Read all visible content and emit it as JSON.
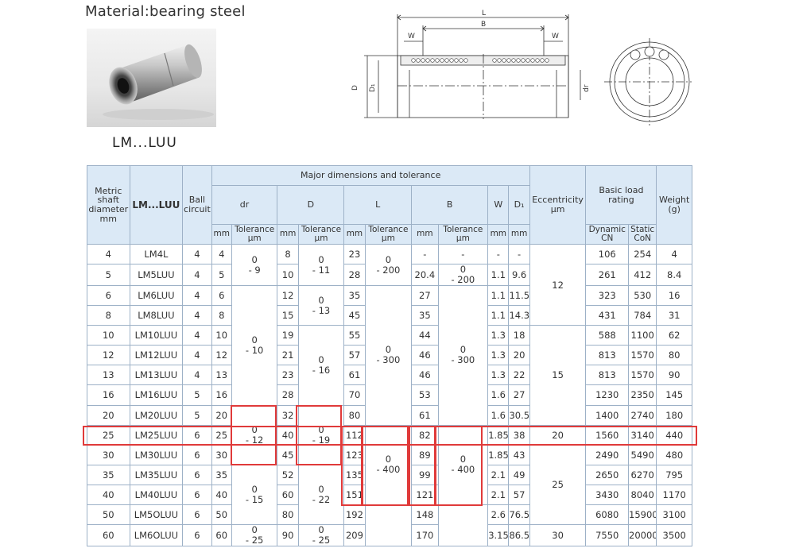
{
  "material_label": "Material:bearing steel",
  "model_caption": "LM...LUU",
  "drawing": {
    "L": "L",
    "B": "B",
    "W": "W",
    "D": "D",
    "D1": "D₁",
    "dr": "dr"
  },
  "table": {
    "header_group": "Major dimensions and tolerance",
    "col_shaft": "Metric shaft diameter mm",
    "col_model": "LM...LUU",
    "col_ball": "Ball circuit",
    "col_dr": "dr",
    "col_D": "D",
    "col_L": "L",
    "col_B": "B",
    "col_W": "W",
    "col_D1": "D₁",
    "col_ecc": "Eccentricity μm",
    "col_load": "Basic load rating",
    "col_weight": "Weight (g)",
    "unit_mm": "mm",
    "unit_tol": "Tolerance μm",
    "unit_dyn": "Dynamic CN",
    "unit_static": "Static CoN",
    "rows": [
      {
        "shaft": "4",
        "model": "LM4L",
        "ball": "4",
        "dr": "4",
        "D": "8",
        "L": "23",
        "B": "-",
        "btol": "-",
        "W": "-",
        "D1": "-",
        "dyn": "106",
        "stat": "254",
        "weight": "4"
      },
      {
        "shaft": "5",
        "model": "LM5LUU",
        "ball": "4",
        "dr": "5",
        "D": "10",
        "L": "28",
        "B": "20.4",
        "W": "1.1",
        "D1": "9.6",
        "dyn": "261",
        "stat": "412",
        "weight": "8.4"
      },
      {
        "shaft": "6",
        "model": "LM6LUU",
        "ball": "4",
        "dr": "6",
        "D": "12",
        "L": "35",
        "B": "27",
        "W": "1.1",
        "D1": "11.5",
        "dyn": "323",
        "stat": "530",
        "weight": "16"
      },
      {
        "shaft": "8",
        "model": "LM8LUU",
        "ball": "4",
        "dr": "8",
        "D": "15",
        "L": "45",
        "B": "35",
        "W": "1.1",
        "D1": "14.3",
        "dyn": "431",
        "stat": "784",
        "weight": "31"
      },
      {
        "shaft": "10",
        "model": "LM10LUU",
        "ball": "4",
        "dr": "10",
        "D": "19",
        "L": "55",
        "B": "44",
        "W": "1.3",
        "D1": "18",
        "dyn": "588",
        "stat": "1100",
        "weight": "62"
      },
      {
        "shaft": "12",
        "model": "LM12LUU",
        "ball": "4",
        "dr": "12",
        "D": "21",
        "L": "57",
        "B": "46",
        "W": "1.3",
        "D1": "20",
        "dyn": "813",
        "stat": "1570",
        "weight": "80"
      },
      {
        "shaft": "13",
        "model": "LM13LUU",
        "ball": "4",
        "dr": "13",
        "D": "23",
        "L": "61",
        "B": "46",
        "W": "1.3",
        "D1": "22",
        "dyn": "813",
        "stat": "1570",
        "weight": "90"
      },
      {
        "shaft": "16",
        "model": "LM16LUU",
        "ball": "5",
        "dr": "16",
        "D": "28",
        "L": "70",
        "B": "53",
        "W": "1.6",
        "D1": "27",
        "dyn": "1230",
        "stat": "2350",
        "weight": "145"
      },
      {
        "shaft": "20",
        "model": "LM20LUU",
        "ball": "5",
        "dr": "20",
        "D": "32",
        "L": "80",
        "B": "61",
        "W": "1.6",
        "D1": "30.5",
        "dyn": "1400",
        "stat": "2740",
        "weight": "180"
      },
      {
        "shaft": "25",
        "model": "LM25LUU",
        "ball": "6",
        "dr": "25",
        "D": "40",
        "L": "112",
        "B": "82",
        "W": "1.85",
        "D1": "38",
        "dyn": "1560",
        "stat": "3140",
        "weight": "440"
      },
      {
        "shaft": "30",
        "model": "LM30LUU",
        "ball": "6",
        "dr": "30",
        "D": "45",
        "L": "123",
        "B": "89",
        "W": "1.85",
        "D1": "43",
        "dyn": "2490",
        "stat": "5490",
        "weight": "480"
      },
      {
        "shaft": "35",
        "model": "LM35LUU",
        "ball": "6",
        "dr": "35",
        "D": "52",
        "L": "135",
        "B": "99",
        "W": "2.1",
        "D1": "49",
        "dyn": "2650",
        "stat": "6270",
        "weight": "795"
      },
      {
        "shaft": "40",
        "model": "LM40LUU",
        "ball": "6",
        "dr": "40",
        "D": "60",
        "L": "151",
        "B": "121",
        "W": "2.1",
        "D1": "57",
        "dyn": "3430",
        "stat": "8040",
        "weight": "1170"
      },
      {
        "shaft": "50",
        "model": "LM5OLUU",
        "ball": "6",
        "dr": "50",
        "D": "80",
        "L": "192",
        "B": "148",
        "W": "2.6",
        "D1": "76.5",
        "dyn": "6080",
        "stat": "15900",
        "weight": "3100"
      },
      {
        "shaft": "60",
        "model": "LM6OLUU",
        "ball": "6",
        "dr": "60",
        "D": "90",
        "L": "209",
        "B": "170",
        "W": "3.15",
        "D1": "86.5",
        "dyn": "7550",
        "stat": "20000",
        "weight": "3500"
      }
    ],
    "tol": {
      "dr_a": {
        "top": "0",
        "bot": "- 9"
      },
      "D_a": {
        "top": "0",
        "bot": "- 11"
      },
      "L_a": {
        "top": "0",
        "bot": "- 200"
      },
      "B_a": {
        "top": "0",
        "bot": "- 200"
      },
      "D_b": {
        "top": "0",
        "bot": "- 13"
      },
      "dr_b": {
        "top": "0",
        "bot": "- 10"
      },
      "D_c": {
        "top": "0",
        "bot": "- 16"
      },
      "L_b": {
        "top": "0",
        "bot": "- 300"
      },
      "B_b": {
        "top": "0",
        "bot": "- 300"
      },
      "dr_c": {
        "top": "0",
        "bot": "- 12"
      },
      "D_d": {
        "top": "0",
        "bot": "- 19"
      },
      "L_c": {
        "top": "0",
        "bot": "- 400"
      },
      "B_c": {
        "top": "0",
        "bot": "- 400"
      },
      "dr_d": {
        "top": "0",
        "bot": "- 15"
      },
      "D_e": {
        "top": "0",
        "bot": "- 22"
      },
      "dr_e": {
        "top": "0",
        "bot": "- 25"
      },
      "D_f": {
        "top": "0",
        "bot": "- 25"
      }
    },
    "ecc": {
      "a": "12",
      "b": "15",
      "c": "20",
      "d": "25",
      "e": "30"
    }
  },
  "highlight_color": "#e03a3a"
}
